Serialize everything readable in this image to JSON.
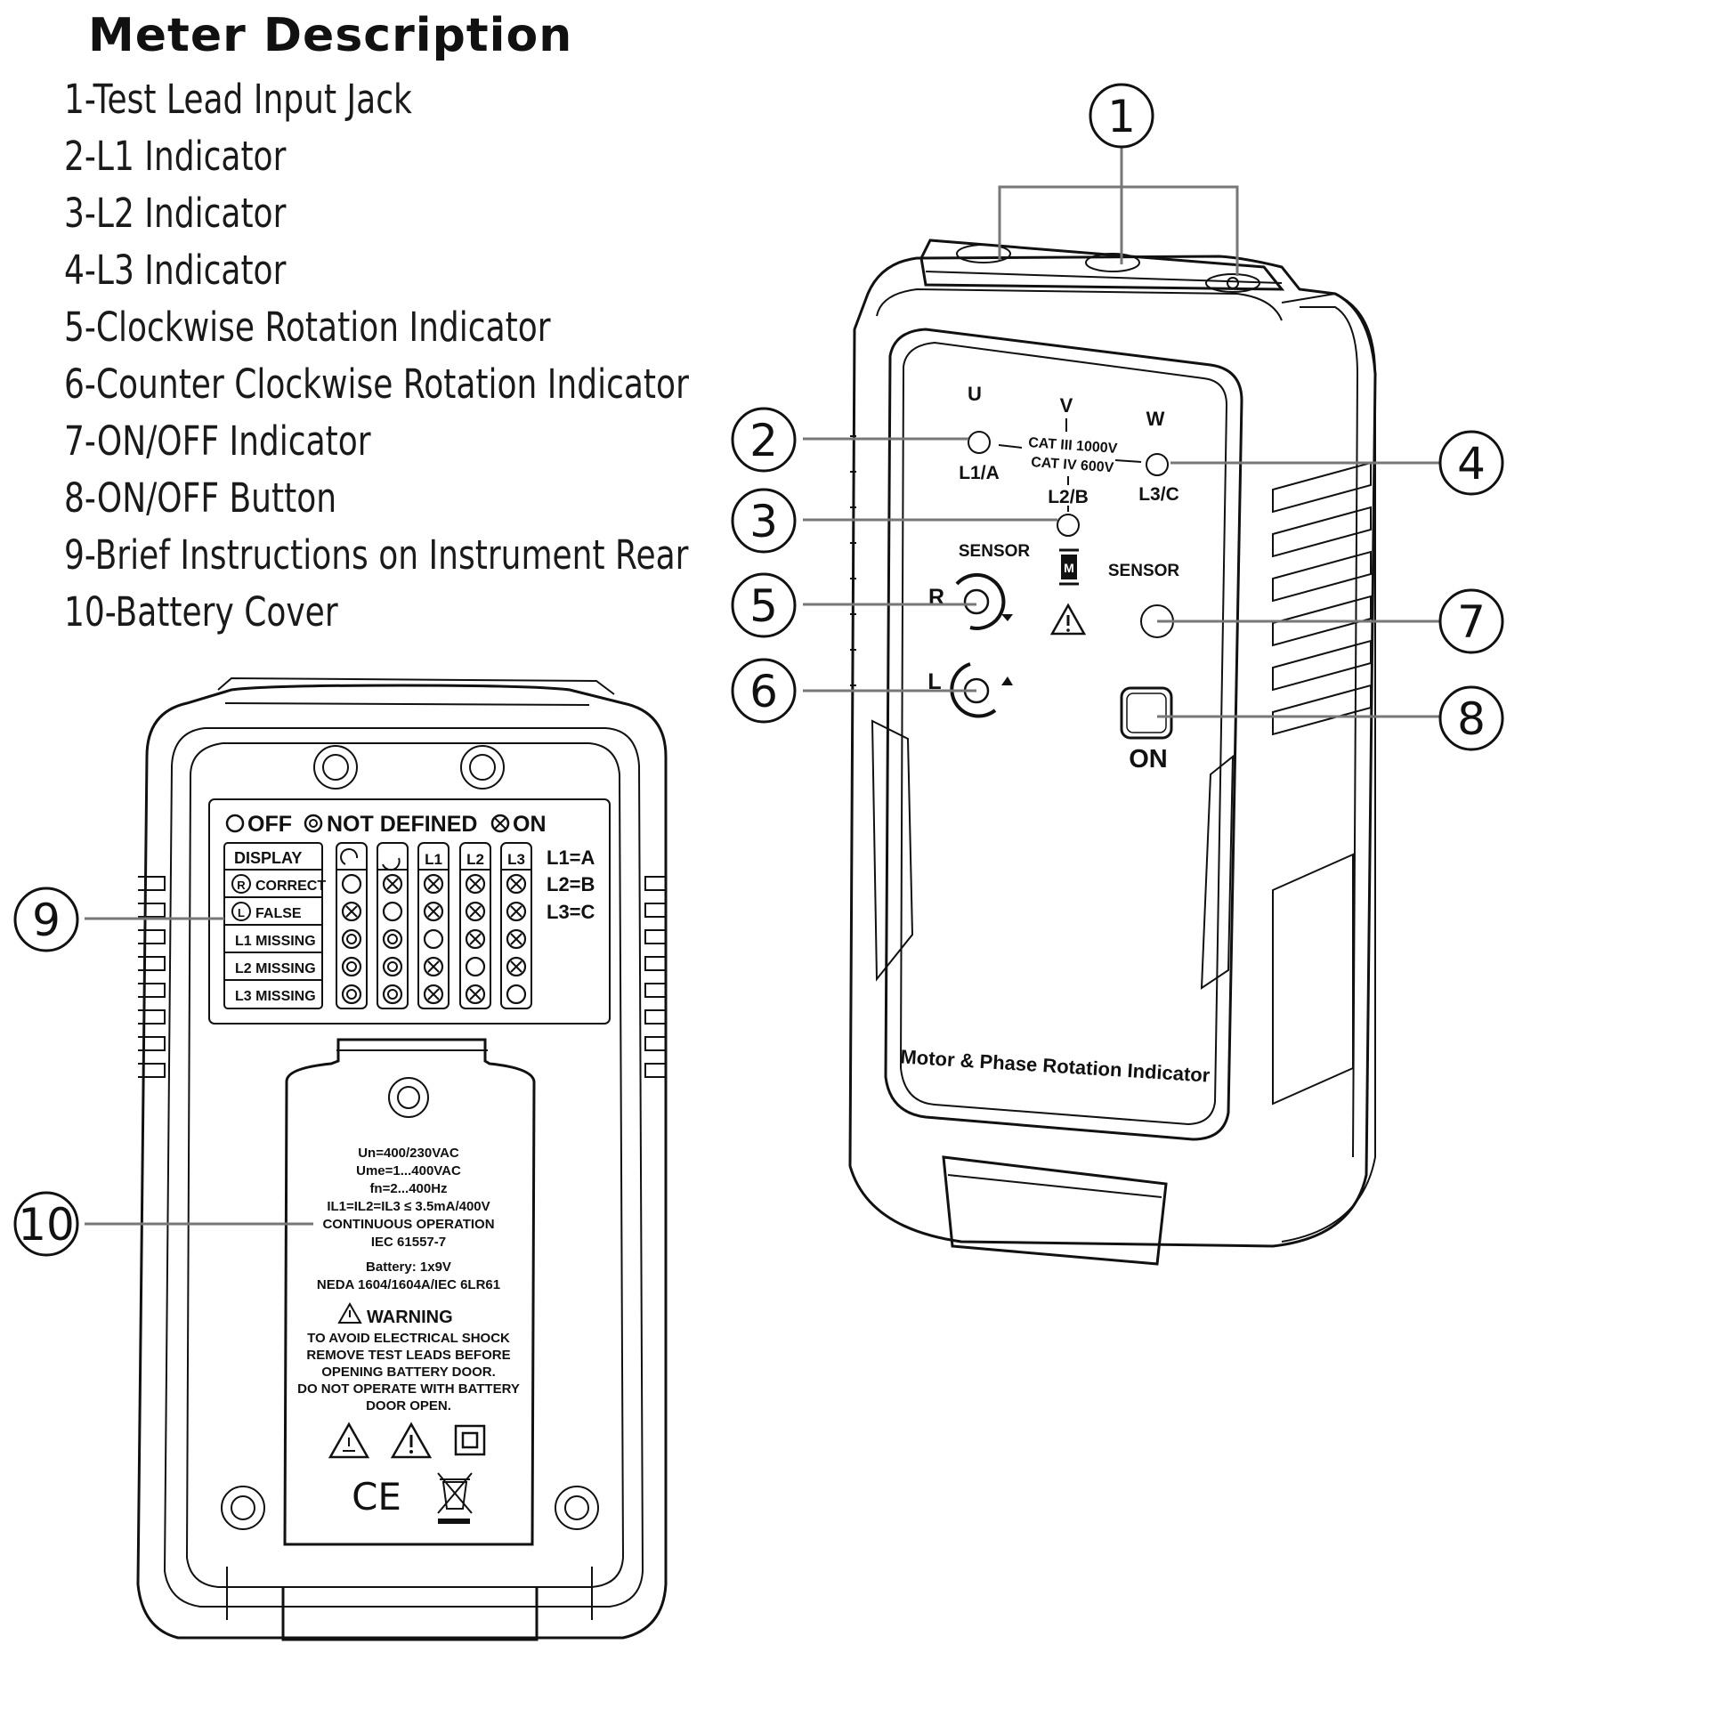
{
  "title": "Meter Description",
  "legend_items": [
    "1-Test Lead Input Jack",
    "2-L1 Indicator",
    "3-L2 Indicator",
    "4-L3 Indicator",
    "5-Clockwise Rotation Indicator",
    "6-Counter Clockwise Rotation Indicator",
    "7-ON/OFF Indicator",
    "8-ON/OFF Button",
    "9-Brief Instructions on Instrument Rear",
    "10-Battery Cover"
  ],
  "callouts": [
    "1",
    "2",
    "3",
    "4",
    "5",
    "6",
    "7",
    "8",
    "9",
    "10"
  ],
  "front_panel": {
    "terminal_u": "U",
    "terminal_v": "V",
    "terminal_w": "W",
    "l1_label": "L1/A",
    "l2_label": "L2/B",
    "l3_label": "L3/C",
    "cat_iii": "CAT III 1000V",
    "cat_iv": "CAT IV 600V",
    "sensor_left": "SENSOR",
    "sensor_right": "SENSOR",
    "rotation_r": "R",
    "rotation_l": "L",
    "motor_symbol": "M",
    "on_label": "ON",
    "product_name": "Motor & Phase Rotation Indicator"
  },
  "rear_panel": {
    "legend_off": "OFF",
    "legend_not_defined": "NOT DEFINED",
    "legend_on": "ON",
    "display_header": "DISPLAY",
    "column_headers": [
      "",
      "",
      "L1",
      "L2",
      "L3"
    ],
    "rows": [
      {
        "label": "CORRECT",
        "icon": "R",
        "states": [
          "off",
          "on",
          "on",
          "on",
          "on"
        ]
      },
      {
        "label": "FALSE",
        "icon": "L",
        "states": [
          "on",
          "off",
          "on",
          "on",
          "on"
        ]
      },
      {
        "label": "L1 MISSING",
        "icon": "",
        "states": [
          "nd",
          "nd",
          "off",
          "on",
          "on"
        ]
      },
      {
        "label": "L2 MISSING",
        "icon": "",
        "states": [
          "nd",
          "nd",
          "on",
          "off",
          "on"
        ]
      },
      {
        "label": "L3 MISSING",
        "icon": "",
        "states": [
          "nd",
          "nd",
          "on",
          "on",
          "off"
        ]
      }
    ],
    "phase_map": [
      "L1=A",
      "L2=B",
      "L3=C"
    ],
    "specs": [
      "Un=400/230VAC",
      "Ume=1...400VAC",
      "fn=2...400Hz",
      "IL1=IL2=IL3 ≤ 3.5mA/400V",
      "CONTINUOUS OPERATION",
      "IEC 61557-7",
      "Battery: 1x9V",
      "NEDA 1604/1604A/IEC 6LR61"
    ],
    "warning_title": "WARNING",
    "warning_lines": [
      "TO AVOID ELECTRICAL SHOCK",
      "REMOVE TEST LEADS BEFORE",
      "OPENING BATTERY DOOR.",
      "DO NOT OPERATE WITH BATTERY",
      "DOOR OPEN."
    ],
    "ce_mark": "CE"
  }
}
